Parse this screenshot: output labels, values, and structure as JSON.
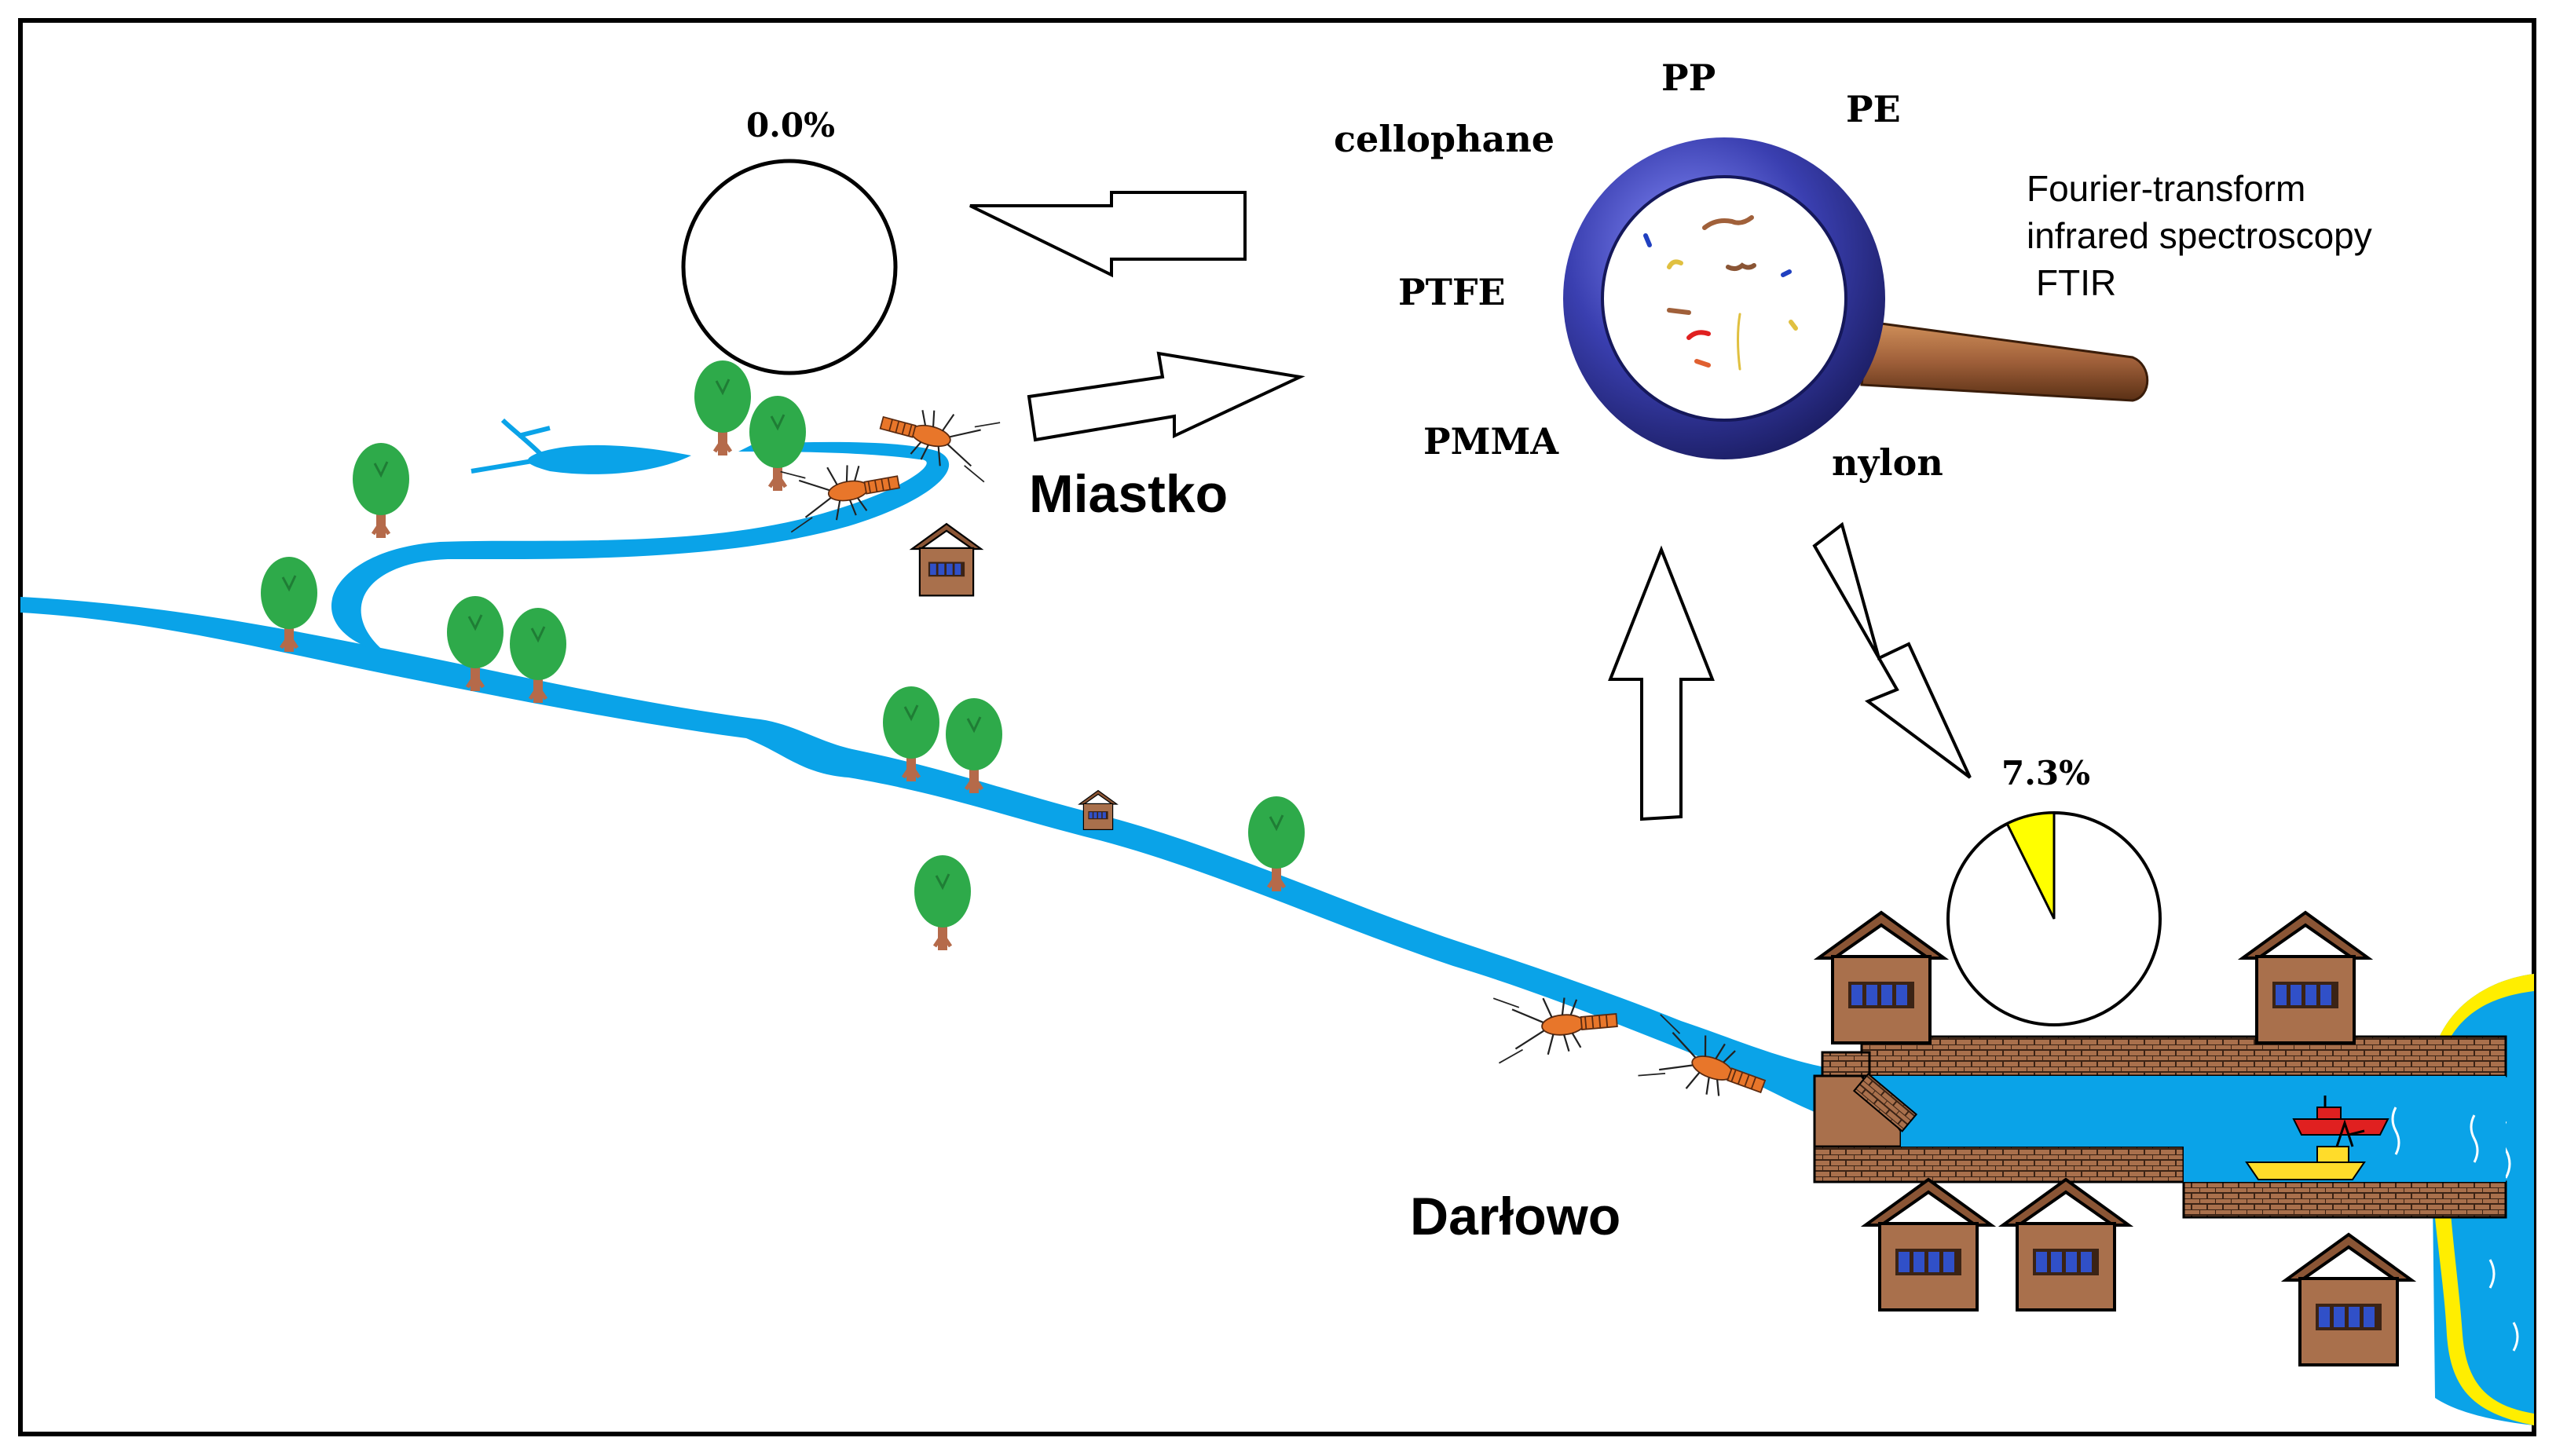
{
  "locations": {
    "upstream": "Miastko",
    "downstream": "Darłowo"
  },
  "pies": {
    "upstream": {
      "label": "0.0%",
      "fraction": 0.0
    },
    "downstream": {
      "label": "7.3%",
      "fraction": 0.073
    }
  },
  "polymers": [
    "PP",
    "PE",
    "cellophane",
    "PTFE",
    "PMMA",
    "nylon"
  ],
  "method": {
    "line1": "Fourier-transform",
    "line2": "infrared spectroscopy",
    "line3": "FTIR"
  },
  "colors": {
    "river": "#0aa3e8",
    "tree": "#2eaa4a",
    "trunk": "#b56a4a",
    "house": "#a9704c",
    "pie_slice": "#ffff00",
    "magnifier_ring": "#3a3fb0",
    "handle": "#a0603a",
    "crayfish": "#e8762a",
    "sea": "#0aa3e8",
    "beach": "#ffee00"
  }
}
